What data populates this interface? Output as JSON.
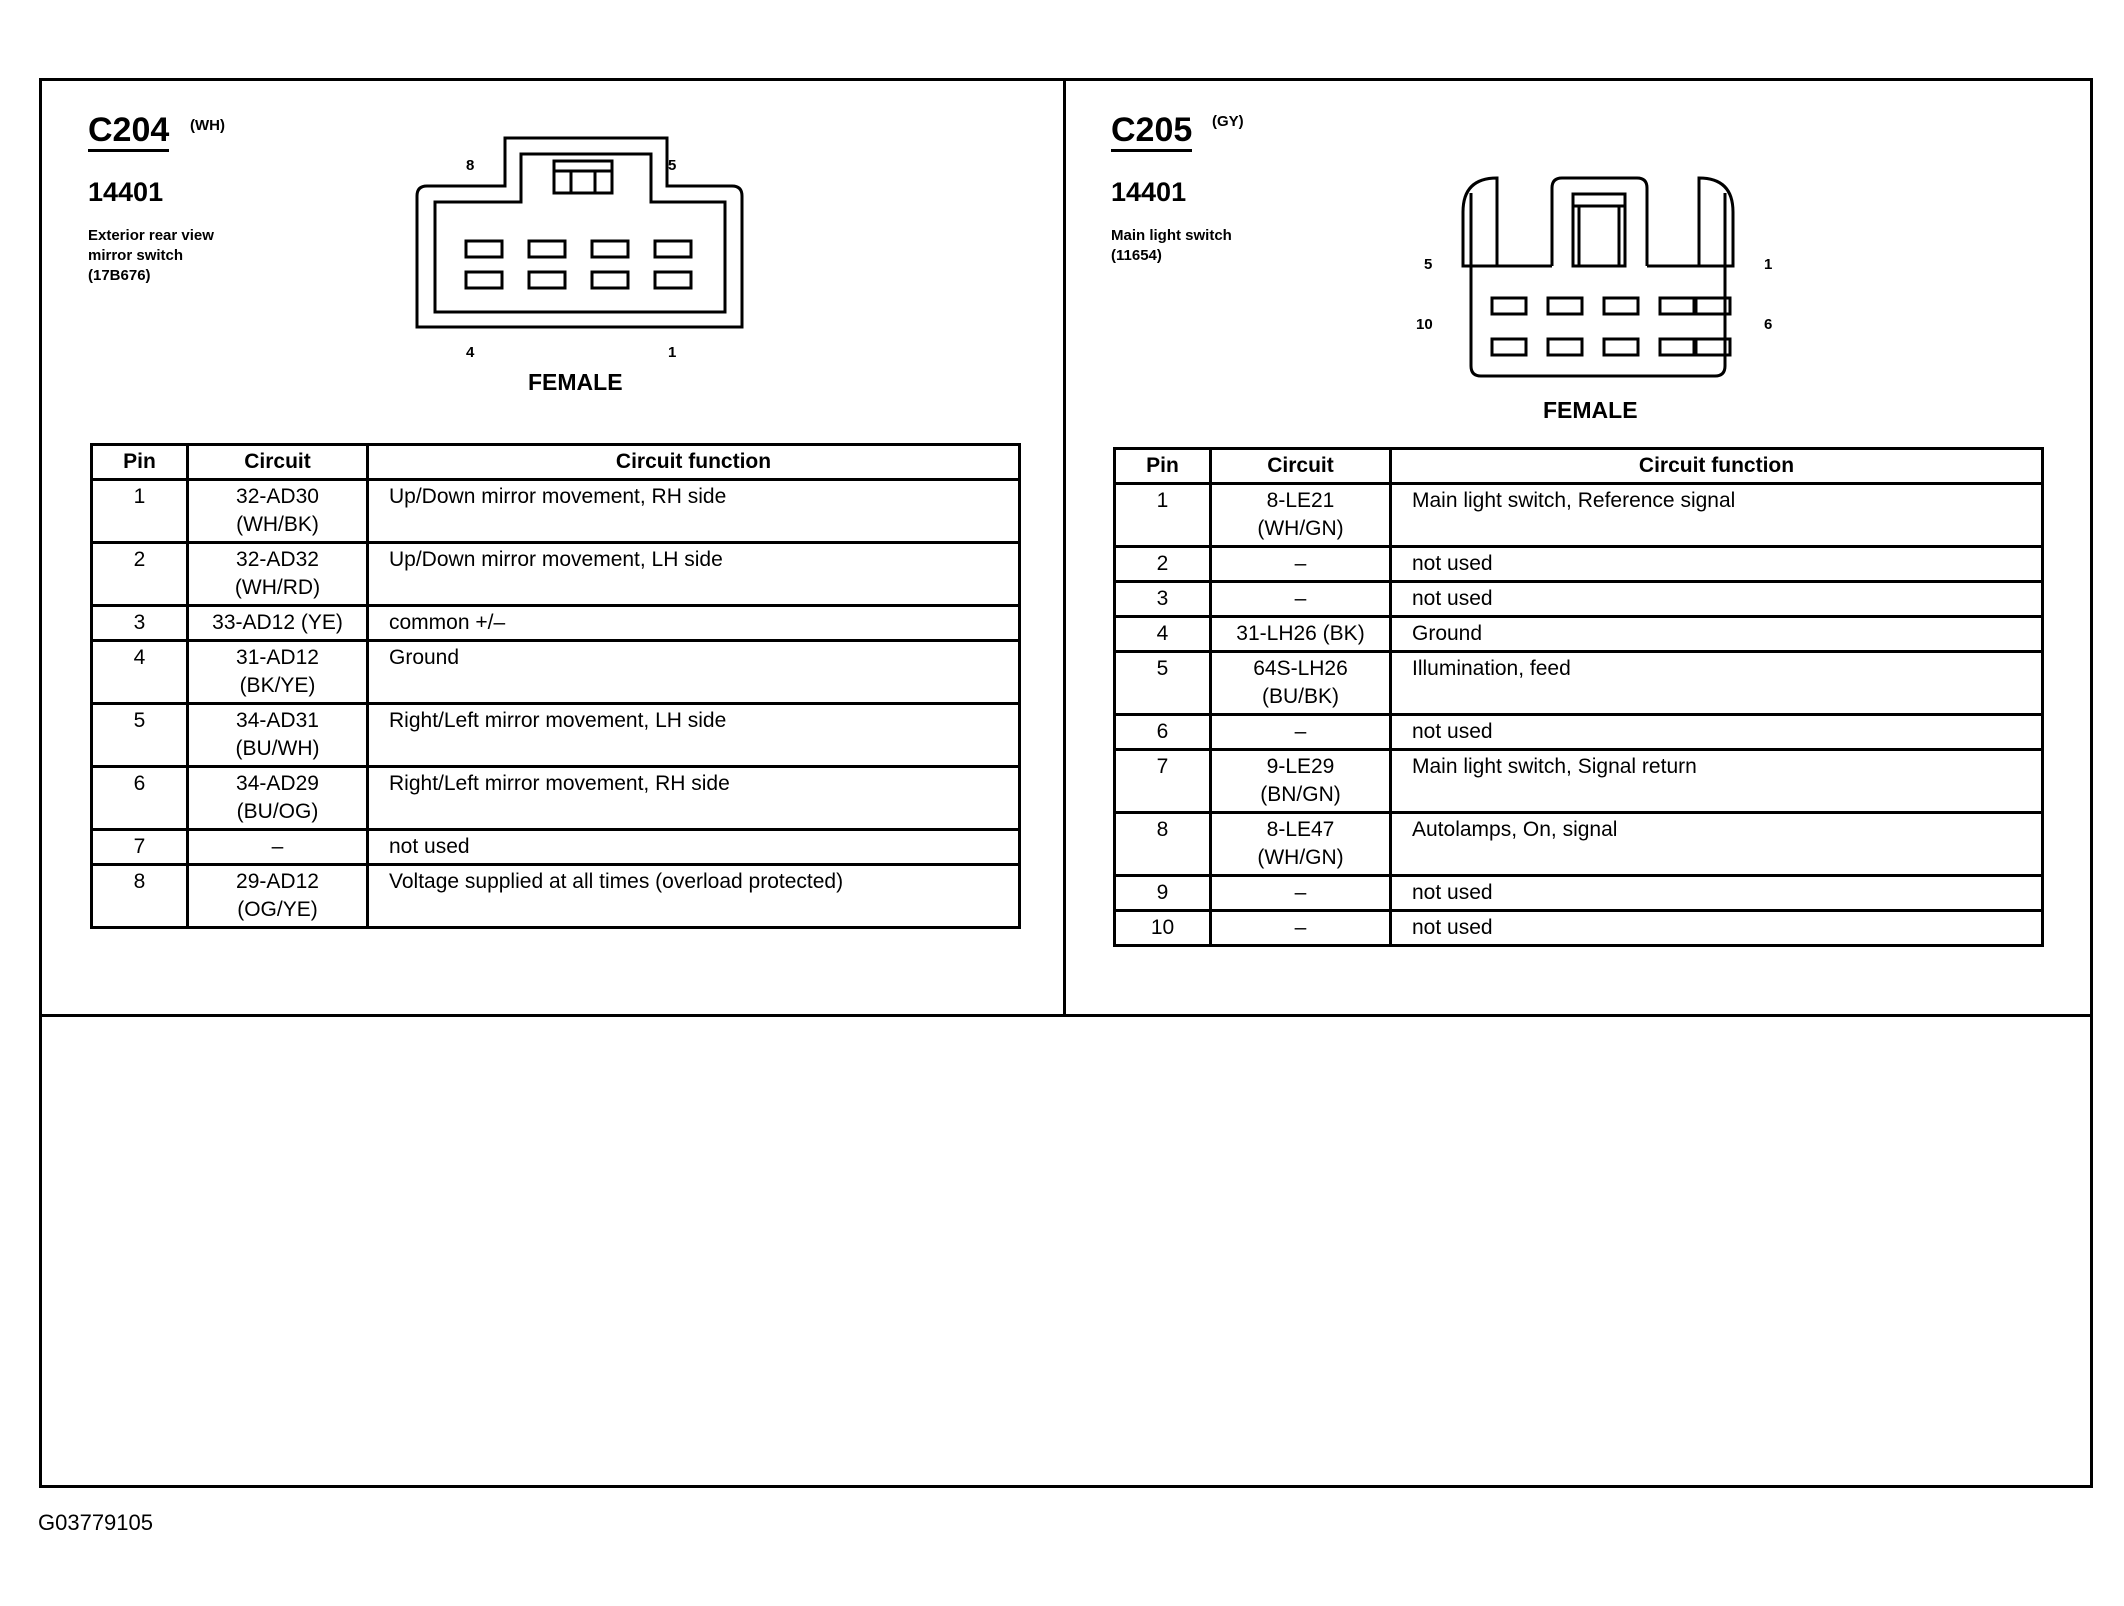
{
  "left": {
    "connector_id": "C204",
    "connector_color": "(WH)",
    "part_number": "14401",
    "description_lines": [
      "Exterior rear view",
      "mirror switch",
      "(17B676)"
    ],
    "pin_labels": {
      "top_left": "8",
      "top_right": "5",
      "bottom_left": "4",
      "bottom_right": "1"
    },
    "gender": "FEMALE",
    "table": {
      "headers": [
        "Pin",
        "Circuit",
        "Circuit function"
      ],
      "rows": [
        {
          "pin": "1",
          "circuit": [
            "32-AD30",
            "(WH/BK)"
          ],
          "function": "Up/Down mirror movement, RH side"
        },
        {
          "pin": "2",
          "circuit": [
            "32-AD32",
            "(WH/RD)"
          ],
          "function": "Up/Down mirror movement, LH side"
        },
        {
          "pin": "3",
          "circuit": [
            "33-AD12 (YE)"
          ],
          "function": "common +/–"
        },
        {
          "pin": "4",
          "circuit": [
            "31-AD12",
            "(BK/YE)"
          ],
          "function": "Ground"
        },
        {
          "pin": "5",
          "circuit": [
            "34-AD31",
            "(BU/WH)"
          ],
          "function": "Right/Left mirror movement, LH side"
        },
        {
          "pin": "6",
          "circuit": [
            "34-AD29",
            "(BU/OG)"
          ],
          "function": "Right/Left mirror movement, RH side"
        },
        {
          "pin": "7",
          "circuit": [
            "–"
          ],
          "function": "not used"
        },
        {
          "pin": "8",
          "circuit": [
            "29-AD12",
            "(OG/YE)"
          ],
          "function": "Voltage supplied at all times (overload protected)"
        }
      ]
    }
  },
  "right": {
    "connector_id": "C205",
    "connector_color": "(GY)",
    "part_number": "14401",
    "description_lines": [
      "Main light switch",
      "(11654)"
    ],
    "pin_labels": {
      "row1_left": "5",
      "row1_right": "1",
      "row2_left": "10",
      "row2_right": "6"
    },
    "gender": "FEMALE",
    "table": {
      "headers": [
        "Pin",
        "Circuit",
        "Circuit function"
      ],
      "rows": [
        {
          "pin": "1",
          "circuit": [
            "8-LE21",
            "(WH/GN)"
          ],
          "function": "Main light switch, Reference signal"
        },
        {
          "pin": "2",
          "circuit": [
            "–"
          ],
          "function": "not used"
        },
        {
          "pin": "3",
          "circuit": [
            "–"
          ],
          "function": "not used"
        },
        {
          "pin": "4",
          "circuit": [
            "31-LH26 (BK)"
          ],
          "function": "Ground"
        },
        {
          "pin": "5",
          "circuit": [
            "64S-LH26",
            "(BU/BK)"
          ],
          "function": "Illumination, feed"
        },
        {
          "pin": "6",
          "circuit": [
            "–"
          ],
          "function": "not used"
        },
        {
          "pin": "7",
          "circuit": [
            "9-LE29",
            "(BN/GN)"
          ],
          "function": "Main light switch, Signal return"
        },
        {
          "pin": "8",
          "circuit": [
            "8-LE47",
            "(WH/GN)"
          ],
          "function": "Autolamps, On, signal"
        },
        {
          "pin": "9",
          "circuit": [
            "–"
          ],
          "function": "not used"
        },
        {
          "pin": "10",
          "circuit": [
            "–"
          ],
          "function": "not used"
        }
      ]
    }
  },
  "figure_id": "G03779105"
}
